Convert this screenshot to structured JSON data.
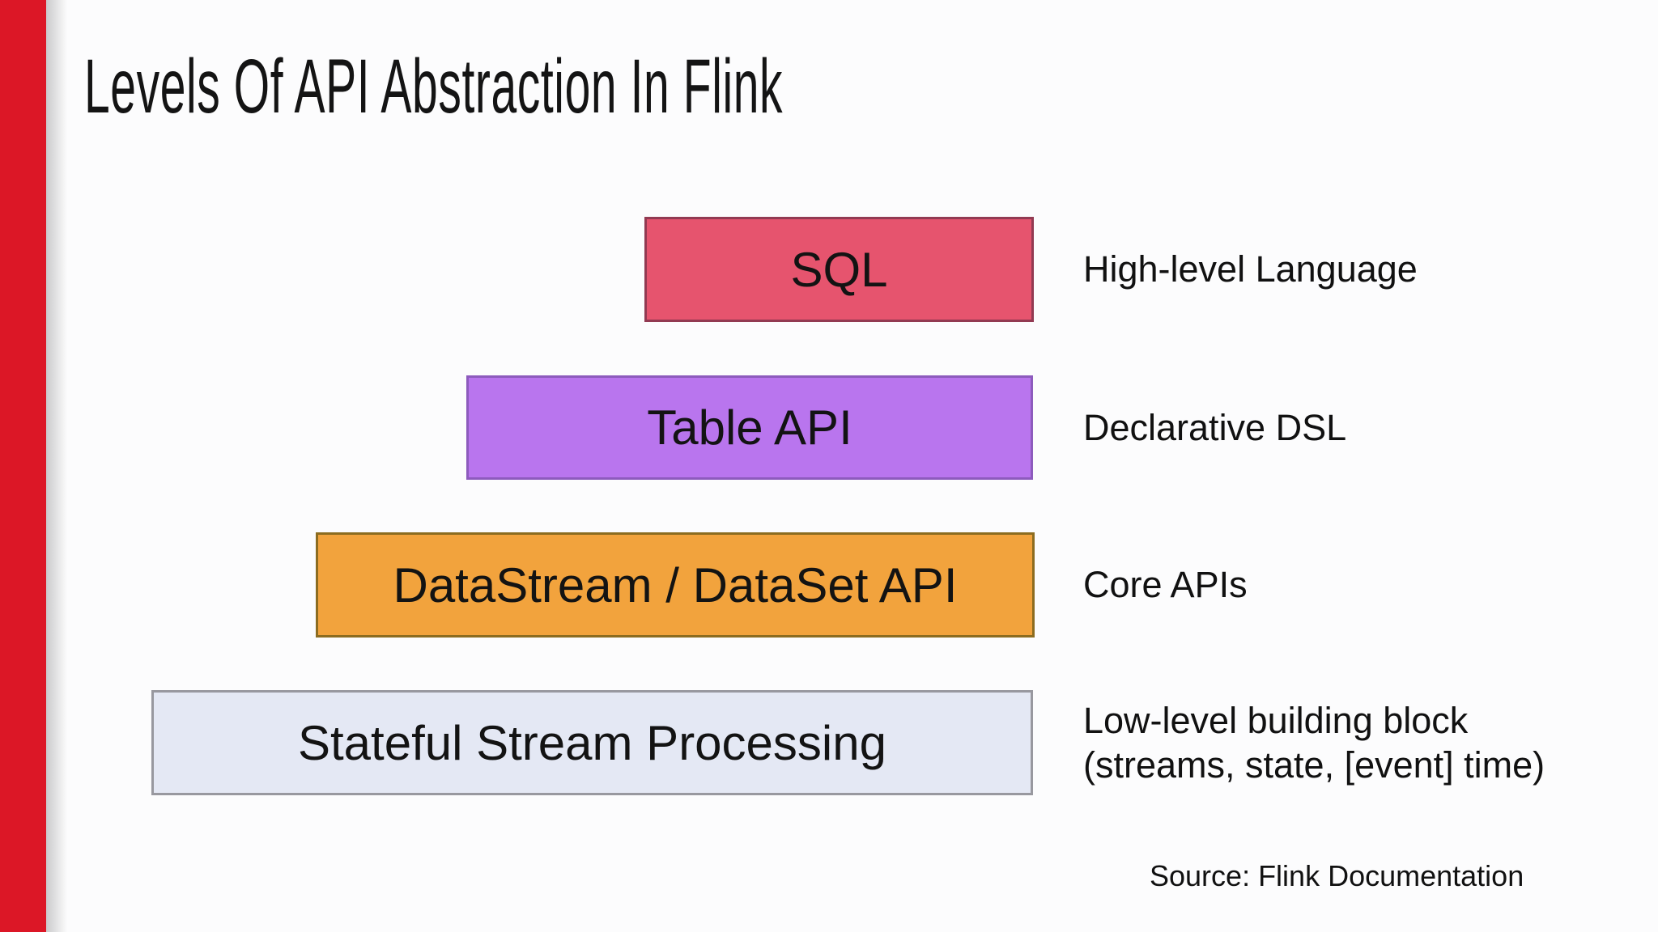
{
  "slide": {
    "title": "Levels Of API Abstraction In Flink",
    "source": "Source: Flink Documentation",
    "background_color": "#fcfcfd",
    "accent_bar_color": "#dc1726",
    "text_color": "#111111"
  },
  "levels": [
    {
      "box_label": "SQL",
      "annotation": "High-level Language",
      "fill": "#e6546e",
      "border": "#923a52"
    },
    {
      "box_label": "Table API",
      "annotation": "Declarative DSL",
      "fill": "#b975ee",
      "border": "#8d5bbd"
    },
    {
      "box_label": "DataStream / DataSet API",
      "annotation": "Core APIs",
      "fill": "#f2a33d",
      "border": "#8c6c20"
    },
    {
      "box_label": "Stateful Stream Processing",
      "annotation": "Low-level building block\n(streams, state, [event] time)",
      "fill": "#e4e8f4",
      "border": "#98989f"
    }
  ]
}
